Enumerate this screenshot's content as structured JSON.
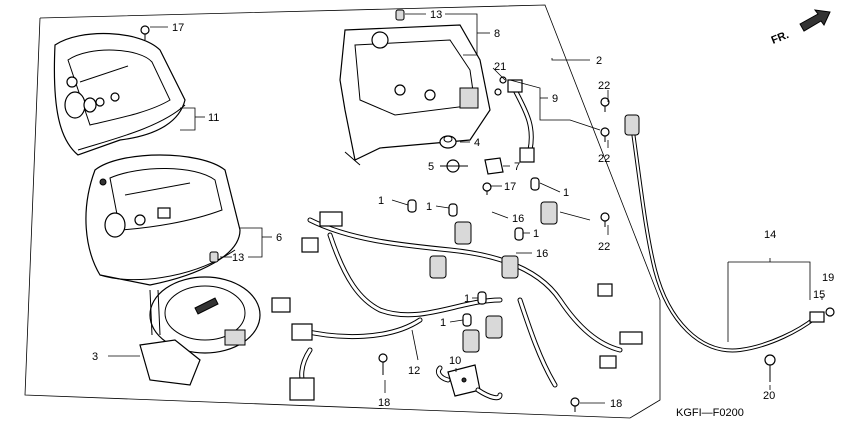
{
  "direction_label": "FR.",
  "diagram_code": "KGFI—F0200",
  "callouts": {
    "c1a": "1",
    "c1b": "1",
    "c1c": "1",
    "c1d": "1",
    "c1e": "1",
    "c1f": "1",
    "c2": "2",
    "c3": "3",
    "c4": "4",
    "c5": "5",
    "c6": "6",
    "c7": "7",
    "c8": "8",
    "c9": "9",
    "c10": "10",
    "c11": "11",
    "c12": "12",
    "c13a": "13",
    "c13b": "13",
    "c14": "14",
    "c15": "15",
    "c16a": "16",
    "c16b": "16",
    "c17a": "17",
    "c17b": "17",
    "c18a": "18",
    "c18b": "18",
    "c19": "19",
    "c20": "20",
    "c21": "21",
    "c22a": "22",
    "c22b": "22",
    "c22c": "22"
  }
}
